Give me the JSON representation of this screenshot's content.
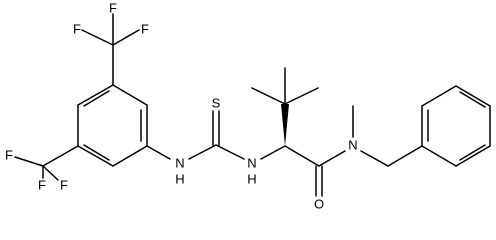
{
  "atom_labels": {
    "f1": "F",
    "f2": "F",
    "f3": "F",
    "f4": "F",
    "f5": "F",
    "f6": "F",
    "nh1": "N",
    "nh1_h": "H",
    "s": "S",
    "nh2": "N",
    "nh2_h": "H",
    "n_amide": "N",
    "o": "O"
  },
  "colors": {
    "ink": "#000000",
    "background": "#ffffff"
  }
}
